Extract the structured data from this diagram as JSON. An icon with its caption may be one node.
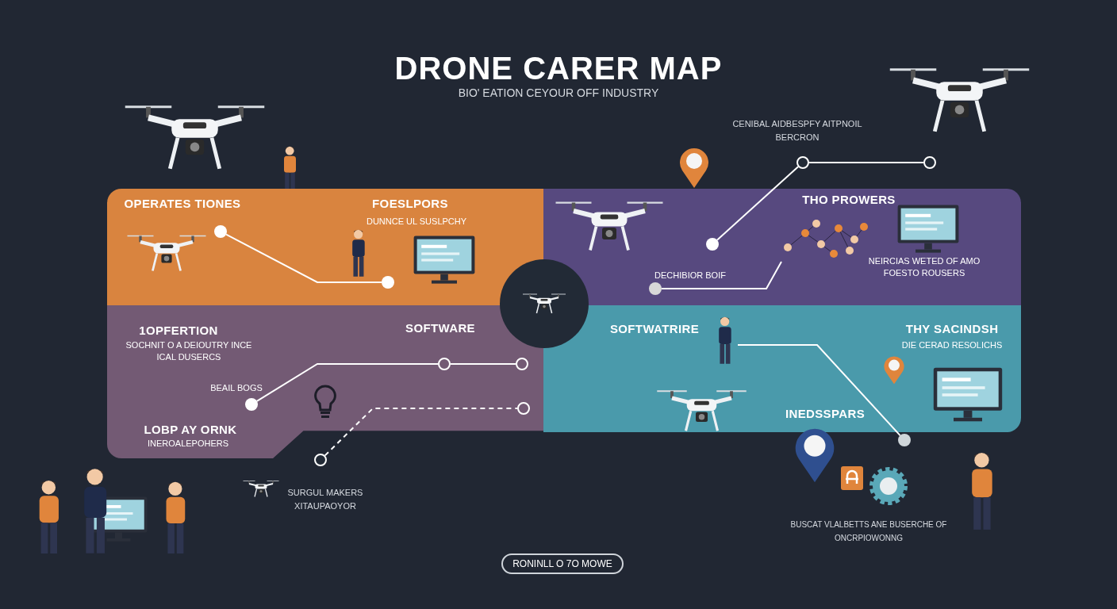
{
  "diagram": {
    "title": "DRONE CARER MAP",
    "nodes": [
      {
        "text": [
          "OPERATES TIONES",
          "FOESLPORS",
          "DUNNCE UL SUSLPCHY"
        ]
      },
      {
        "text": [],
        "shape": "circle",
        "in": 0
      },
      {
        "text": [],
        "shape": "circle",
        "in": 0
      },
      {
        "text": [
          "THO PROWERS",
          "DECHIBIOR BOIF",
          "NEIRCIAS WETED OF AMO FOESTO ROUSERS"
        ]
      },
      {
        "text": [],
        "shape": "circle",
        "in": 3
      },
      {
        "text": [],
        "shape": "circle"
      },
      {
        "text": [],
        "shape": "circle"
      },
      {
        "text": [],
        "shape": "circle",
        "in": 3
      },
      {
        "text": [],
        "shape": "picture",
        "in": 3
      },
      {
        "text": [
          "1OPFERTION",
          "SOCHNIT O A DEIOUTRY INCE ICAL DUSERCS",
          "BEAIL BOGS",
          "SOFTWARE",
          "LOBP AY ORNK",
          "INEROALEPOHERS"
        ]
      },
      {
        "text": [],
        "shape": "circle",
        "in": 9
      },
      {
        "text": [],
        "shape": "circle",
        "in": 9
      },
      {
        "text": [],
        "shape": "circle",
        "in": 9
      },
      {
        "text": [],
        "shape": "circle",
        "in": 9
      },
      {
        "text": [],
        "shape": "circle"
      },
      {
        "text": [
          "SOFTWATRIRE",
          "THY SACINDSH",
          "DIE CERAD RESOLICHS",
          "INEDSSPARS"
        ]
      },
      {
        "text": [],
        "shape": "person",
        "in": 15
      },
      {
        "text": [],
        "shape": "circle"
      }
    ],
    "edges": [
      {
        "from": 1,
        "to": 2,
        "arrow": "none"
      },
      {
        "from": 4,
        "to": 5,
        "arrow": "none"
      },
      {
        "from": 5,
        "to": 6,
        "arrow": "none"
      },
      {
        "from": 7,
        "to": 8,
        "arrow": "none"
      },
      {
        "from": 10,
        "to": 11,
        "arrow": "none"
      },
      {
        "from": 11,
        "to": 12,
        "arrow": "none"
      },
      {
        "from": 14,
        "to": 13,
        "arrow": "none",
        "style": "dashed"
      },
      {
        "from": 16,
        "to": 17,
        "arrow": "none"
      }
    ],
    "labels": [
      "BIO' EATION CEYOUR OFF INDUSTRY",
      "CENIBAL AIDBESPFY AITPNOIL BERCRON",
      "SURGUL MAKERS XITAUPAOYOR",
      "BUSCAT VLALBETTS ANE BUSERCHE OF ONCRPIOWONNG",
      "RONINLL O 7O MOWE"
    ]
  }
}
